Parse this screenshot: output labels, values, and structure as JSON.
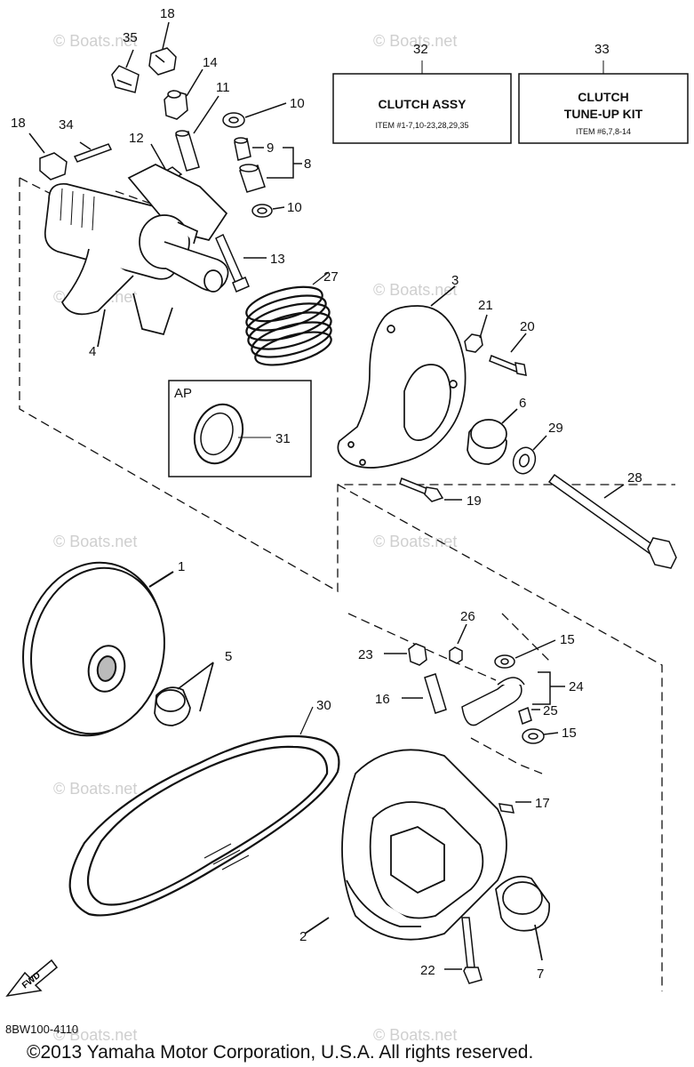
{
  "diagram_code": "8BW100-4110",
  "copyright": "©2013 Yamaha Motor Corporation, U.S.A. All rights reserved.",
  "watermark": "© Boats.net",
  "boxes": {
    "clutch_assy": {
      "number": "32",
      "title": "CLUTCH ASSY",
      "items": "ITEM #1-7,10-23,28,29,35"
    },
    "tune_up_kit": {
      "number": "33",
      "title_line1": "CLUTCH",
      "title_line2": "TUNE-UP KIT",
      "items": "ITEM #6,7,8-14"
    }
  },
  "ap_box": {
    "label": "AP"
  },
  "fwd_label": "FWD",
  "callouts": [
    "18",
    "35",
    "14",
    "11",
    "10",
    "9",
    "8",
    "10",
    "18",
    "34",
    "12",
    "13",
    "27",
    "4",
    "3",
    "21",
    "20",
    "6",
    "29",
    "31",
    "28",
    "19",
    "1",
    "5",
    "26",
    "15",
    "23",
    "24",
    "16",
    "25",
    "15",
    "30",
    "17",
    "2",
    "22",
    "7"
  ]
}
